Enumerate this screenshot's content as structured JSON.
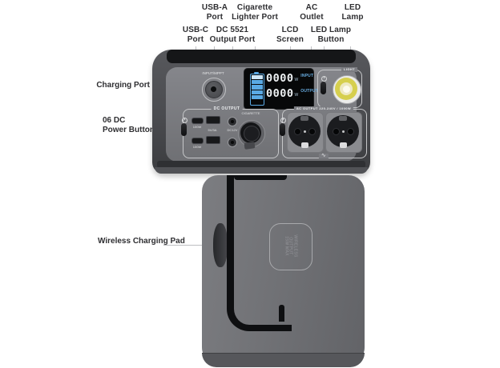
{
  "callouts": {
    "usb_a": {
      "line1": "USB-A",
      "line2": "Port"
    },
    "cigarette": {
      "line1": "Cigarette",
      "line2": "Lighter Port"
    },
    "ac_outlet": {
      "line1": "AC",
      "line2": "Outlet"
    },
    "led_lamp": {
      "line1": "LED",
      "line2": "Lamp"
    },
    "usb_c": {
      "line1": "USB-C",
      "line2": "Port"
    },
    "dc_5521": {
      "line1": "DC 5521",
      "line2": "Output Port"
    },
    "lcd_screen": {
      "line1": "LCD",
      "line2": "Screen"
    },
    "led_lamp_button": {
      "line1": "LED Lamp",
      "line2": "Button"
    },
    "charging_port": {
      "label": "Charging Port"
    },
    "dc_power_button": {
      "line1": "06 DC",
      "line2": "Power Button"
    },
    "wireless_pad": {
      "label": "Wireless Charging Pad"
    }
  },
  "panel": {
    "input_label": "INPUT/MPPT",
    "dc_section_label": "DC OUTPUT",
    "ac_section_label": "AC OUTPUT 220-240V / 1000W",
    "cigarette_label": "CIGARETTE",
    "light_section_label": "LIGHT",
    "usb_c_top_label": "100W",
    "usb_c_bottom_label": "100W",
    "usb_a_label": "5V/3A",
    "dc5521_label": "DC12V",
    "sine_symbol": "∿"
  },
  "lcd": {
    "input_value": "0000",
    "input_unit": "W",
    "input_label": "INPUT",
    "output_value": "0000",
    "output_unit": "W",
    "output_label": "OUTPUT",
    "battery_segments": 5
  },
  "wireless_pad_text": {
    "line1": "WIRELESS OUTPUT",
    "line2": "15W MAX"
  },
  "colors": {
    "lcd_accent": "#5aa9e4",
    "lamp_yellow": "#d6cf4e",
    "label_text": "#2e2e31",
    "leader_line": "#c2c3c6",
    "device_body": "#4a4b4f"
  }
}
